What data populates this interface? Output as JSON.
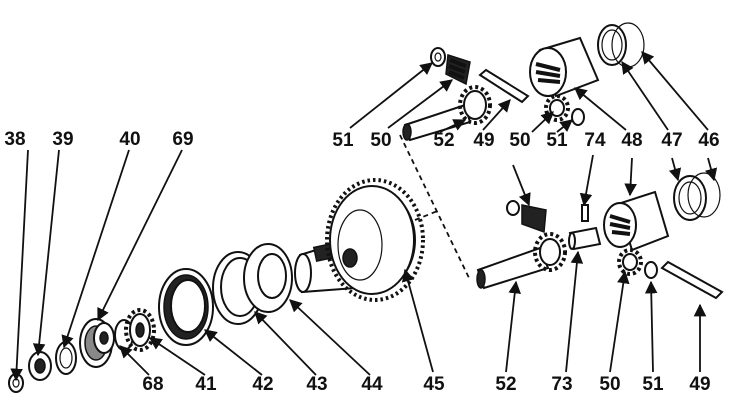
{
  "diagram": {
    "callouts": [
      {
        "id": "c38a",
        "text": "38"
      },
      {
        "id": "c39",
        "text": "39"
      },
      {
        "id": "c40",
        "text": "40"
      },
      {
        "id": "c69",
        "text": "69"
      },
      {
        "id": "c68",
        "text": "68"
      },
      {
        "id": "c41",
        "text": "41"
      },
      {
        "id": "c42",
        "text": "42"
      },
      {
        "id": "c43",
        "text": "43"
      },
      {
        "id": "c44",
        "text": "44"
      },
      {
        "id": "c45",
        "text": "45"
      },
      {
        "id": "c51a",
        "text": "51"
      },
      {
        "id": "c50a",
        "text": "50"
      },
      {
        "id": "c52a",
        "text": "52"
      },
      {
        "id": "c49a",
        "text": "49"
      },
      {
        "id": "c50b",
        "text": "50"
      },
      {
        "id": "c51b",
        "text": "51"
      },
      {
        "id": "c74",
        "text": "74"
      },
      {
        "id": "c48",
        "text": "48"
      },
      {
        "id": "c47",
        "text": "47"
      },
      {
        "id": "c46",
        "text": "46"
      },
      {
        "id": "c52b",
        "text": "52"
      },
      {
        "id": "c73",
        "text": "73"
      },
      {
        "id": "c50c",
        "text": "50"
      },
      {
        "id": "c51c",
        "text": "51"
      },
      {
        "id": "c49b",
        "text": "49"
      }
    ]
  }
}
